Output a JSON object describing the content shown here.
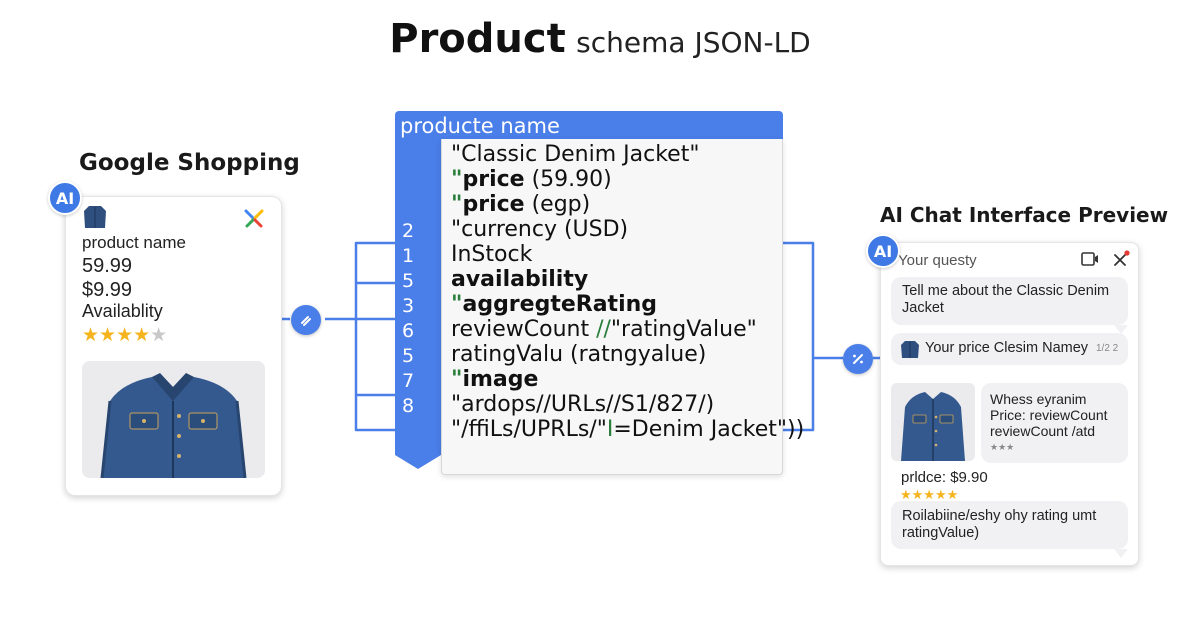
{
  "title": {
    "strong": "Product",
    "light": "schema JSON-LD"
  },
  "google_shopping": {
    "label": "Google Shopping",
    "ai_badge": "AI",
    "product_name": "product name",
    "price_1": "59.99",
    "price_2": "$9.99",
    "availability": "Availablity",
    "rating_stars": "★★★★★",
    "rating_filled": 4.5
  },
  "code": {
    "header": "producte name",
    "line_numbers": [
      "2",
      "1",
      "5",
      "3",
      "6",
      "5",
      "7",
      "8"
    ],
    "lines": [
      {
        "parts": [
          {
            "t": "\"Classic Denim Jacket\"",
            "s": ""
          }
        ]
      },
      {
        "parts": [
          {
            "t": "\"",
            "s": "q"
          },
          {
            "t": "price",
            "s": "b"
          },
          {
            "t": " (59.90)",
            "s": ""
          }
        ]
      },
      {
        "parts": [
          {
            "t": "\"",
            "s": "q"
          },
          {
            "t": "price",
            "s": "b"
          },
          {
            "t": " (egp)",
            "s": ""
          }
        ]
      },
      {
        "parts": [
          {
            "t": "\"currency (USD)",
            "s": ""
          }
        ]
      },
      {
        "parts": [
          {
            "t": " InStock",
            "s": ""
          }
        ]
      },
      {
        "parts": [
          {
            "t": " availability",
            "s": "b"
          }
        ]
      },
      {
        "parts": [
          {
            "t": "\"",
            "s": "q"
          },
          {
            "t": "aggregteRating",
            "s": "b"
          }
        ]
      },
      {
        "parts": [
          {
            "t": " reviewCount ",
            "s": ""
          },
          {
            "t": "//",
            "s": "g"
          },
          {
            "t": "\"ratingValue\"",
            "s": ""
          }
        ]
      },
      {
        "parts": [
          {
            "t": " ratingValu (ratngyalue)",
            "s": ""
          }
        ]
      },
      {
        "parts": [
          {
            "t": "\"",
            "s": "q"
          },
          {
            "t": "image",
            "s": "b"
          }
        ]
      },
      {
        "parts": [
          {
            "t": "\"ardops//URLs//S1/827/)",
            "s": ""
          }
        ]
      },
      {
        "parts": [
          {
            "t": "\"/ffiLs/UPRLs/\"",
            "s": ""
          },
          {
            "t": "I",
            "s": "g"
          },
          {
            "t": "=Denim Jacket\"))",
            "s": ""
          }
        ]
      }
    ]
  },
  "ai_chat": {
    "label": "AI Chat Interface Preview",
    "ai_badge": "AI",
    "query_placeholder": "Your questy",
    "user_message": "Tell me about the Classic Denim Jacket",
    "reply_1": "Your price Clesim Namey",
    "reply_1_meta": "1/2 2",
    "card_line_1": "Whess eyranim",
    "card_line_2": "Price: reviewCount",
    "card_line_3": "reviewCount /atd",
    "card_line_4": "★★★",
    "price": "prldce:  $9.90",
    "stars": "★★★★★",
    "rating_text": "Roilabiine/eshy ohy rating umt ratingValue)"
  },
  "colors": {
    "accent": "#4a7ee8",
    "star": "#f5b41d",
    "code_green": "#2a7d3a"
  },
  "icons": [
    "ai-badge-icon",
    "shopping-logo-icon",
    "link-hub-icon",
    "video-icon",
    "close-icon",
    "jacket-thumbnail-icon"
  ]
}
